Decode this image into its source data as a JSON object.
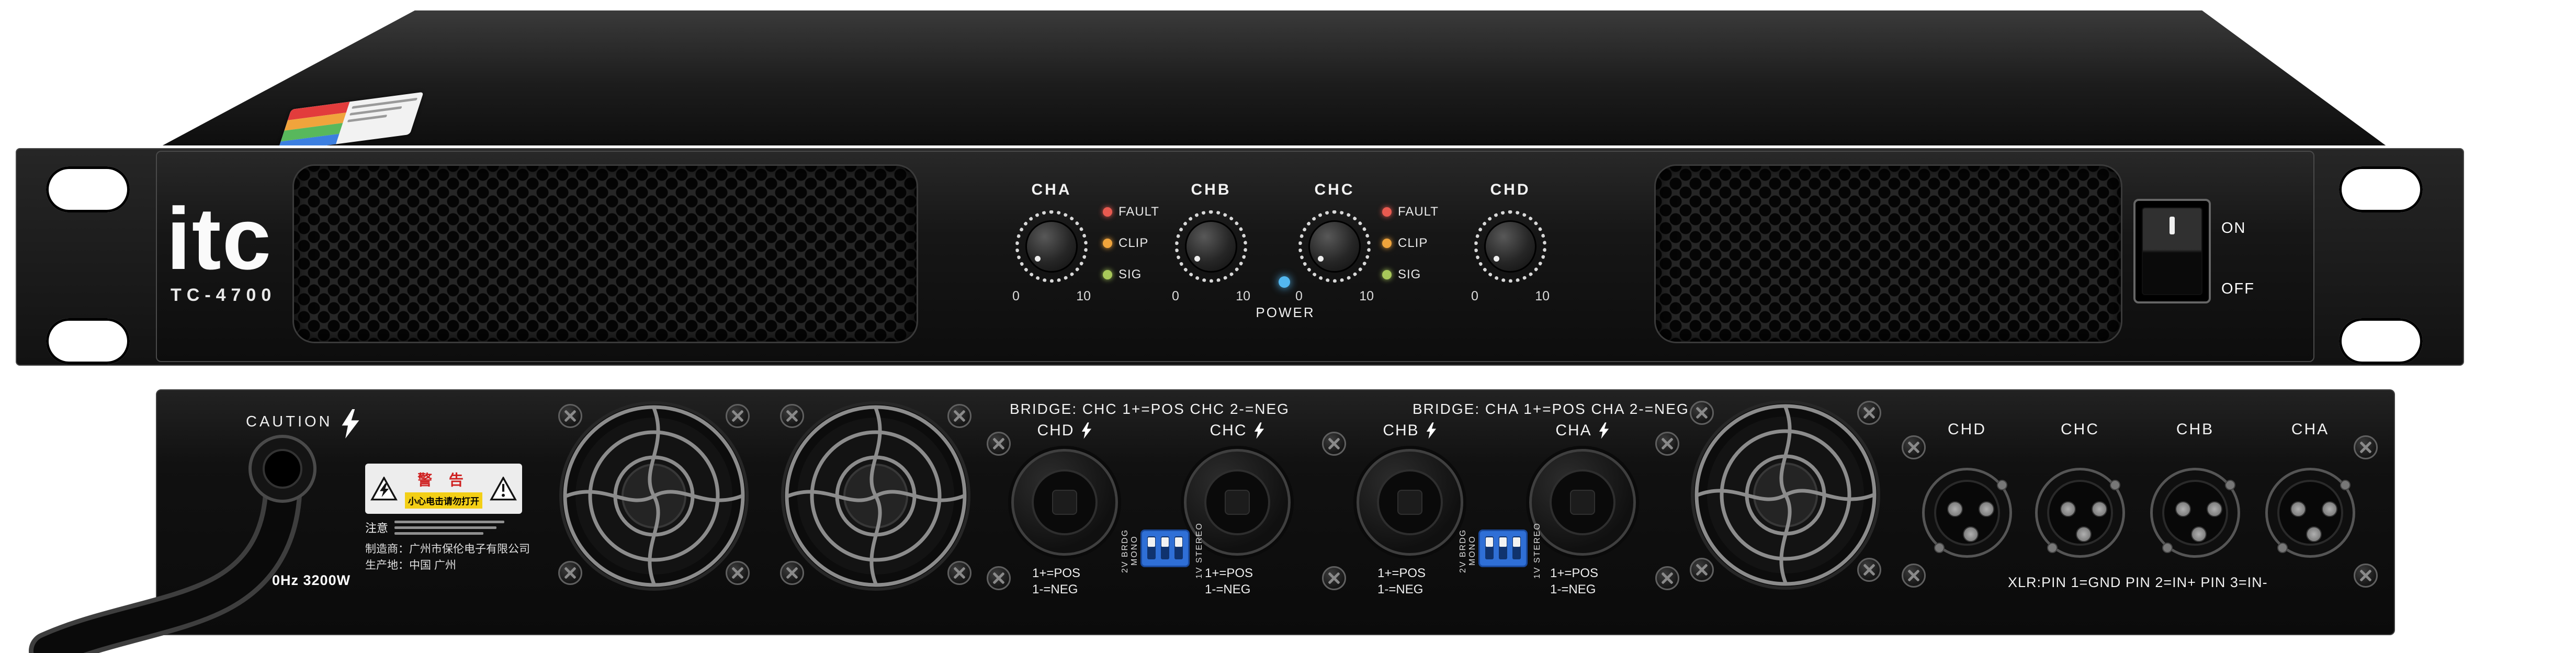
{
  "front": {
    "brand": "itc",
    "model": "TC-4700",
    "channels": [
      {
        "label": "CHA",
        "min": "0",
        "max": "10"
      },
      {
        "label": "CHB",
        "min": "0",
        "max": "10"
      },
      {
        "label": "CHC",
        "min": "0",
        "max": "10"
      },
      {
        "label": "CHD",
        "min": "0",
        "max": "10"
      }
    ],
    "led_groups": [
      {
        "leds": [
          {
            "label": "FAULT",
            "color": "#e85a50"
          },
          {
            "label": "CLIP",
            "color": "#f0a43c"
          },
          {
            "label": "SIG",
            "color": "#a8c85a"
          }
        ]
      },
      {
        "leds": [
          {
            "label": "FAULT",
            "color": "#e85a50"
          },
          {
            "label": "CLIP",
            "color": "#f0a43c"
          },
          {
            "label": "SIG",
            "color": "#a8c85a"
          }
        ]
      }
    ],
    "power": {
      "label": "POWER",
      "led_color": "#53b7f0"
    },
    "switch": {
      "on": "ON",
      "off": "OFF"
    }
  },
  "rear": {
    "caution": "CAUTION",
    "rating_fragment": "0Hz 3200W",
    "warning": {
      "title": "警 告",
      "subtitle": "小心电击请勿打开",
      "note": "注意"
    },
    "manufacturer_lines": [
      "制造商：广州市保伦电子有限公司",
      "生产地：中国 广州"
    ],
    "bridge_labels": [
      "BRIDGE: CHC 1+=POS CHC 2-=NEG",
      "BRIDGE: CHA 1+=POS CHA 2-=NEG"
    ],
    "speakon_ports": [
      {
        "label": "CHD",
        "line1": "1+=POS",
        "line2": "1-=NEG"
      },
      {
        "label": "CHC",
        "line1": "1+=POS",
        "line2": "1-=NEG"
      },
      {
        "label": "CHB",
        "line1": "1+=POS",
        "line2": "1-=NEG"
      },
      {
        "label": "CHA",
        "line1": "1+=POS",
        "line2": "1-=NEG"
      }
    ],
    "dip_labels": {
      "left": "2V BRDG MONO",
      "right": "1V STEREO"
    },
    "xlr_ports": [
      {
        "label": "CHD"
      },
      {
        "label": "CHC"
      },
      {
        "label": "CHB"
      },
      {
        "label": "CHA"
      }
    ],
    "xlr_pinout": "XLR:PIN 1=GND PIN 2=IN+ PIN 3=IN-"
  }
}
